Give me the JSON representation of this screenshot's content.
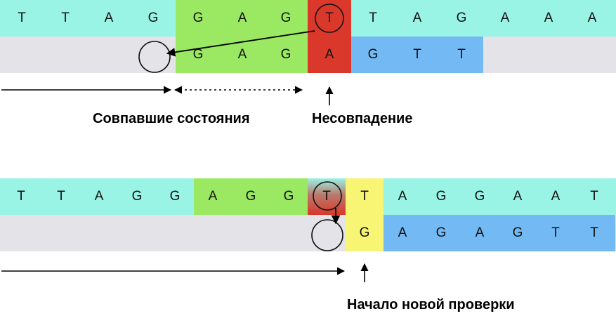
{
  "diagram1": {
    "text_sequence": [
      "T",
      "T",
      "A",
      "G",
      "G",
      "A",
      "G",
      "T",
      "T",
      "A",
      "G",
      "A",
      "A",
      "A"
    ],
    "pattern_sequence": [
      "G",
      "A",
      "G",
      "A",
      "G",
      "T",
      "T"
    ],
    "label_matched": "Совпавшие состояния",
    "label_mismatch": "Несовпадение"
  },
  "diagram2": {
    "text_sequence": [
      "T",
      "T",
      "A",
      "G",
      "G",
      "A",
      "G",
      "G",
      "T",
      "T",
      "A",
      "G",
      "G",
      "A",
      "A",
      "T"
    ],
    "pattern_sequence": [
      "G",
      "A",
      "G",
      "A",
      "G",
      "T",
      "T"
    ],
    "label_new_check": "Начало новой проверки"
  },
  "colors": {
    "text_row": "#99f4e6",
    "pattern_row_empty": "#e4e4e8",
    "matched": "#9be862",
    "mismatch": "#d9382b",
    "pattern_remaining": "#73baf5",
    "new_check": "#f7f573"
  }
}
